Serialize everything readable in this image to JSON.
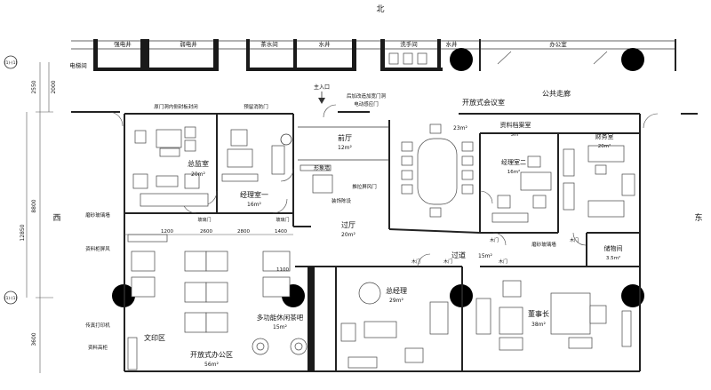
{
  "compass": "北",
  "axes": {
    "left_top": "(1)-(1)",
    "left_bottom": "(1)-(1)",
    "west": "西",
    "east": "东"
  },
  "dims": {
    "d2550": "2550",
    "d2000": "2000",
    "d8800": "8800",
    "d12850": "12850",
    "d3600": "3600",
    "d1200": "1200",
    "d2600": "2600",
    "d2800": "2800",
    "d1400": "1400",
    "d1100": "1100"
  },
  "rooms": {
    "strong_shaft": "强电井",
    "weak_shaft": "弱电井",
    "elevator": "电梯间",
    "tea_room": "茶水间",
    "water_shaft_1": "水井",
    "washroom": "洗手间",
    "water_shaft_2": "水井",
    "office": "办公室",
    "corridor": "公共走廊",
    "supervisor": "总监室",
    "supervisor_area": "20m²",
    "manager1": "经理室一",
    "manager1_area": "16m²",
    "lobby": "前厅",
    "lobby_area": "12m²",
    "reception": "形象墙",
    "hall": "过厅",
    "hall_area": "20m²",
    "meeting": "开放式会议室",
    "meeting_area": "23m²",
    "archive": "资料档案室",
    "archive_area": "5m²",
    "finance": "财务室",
    "finance_area": "20m²",
    "manager2": "经理室二",
    "manager2_area": "16m²",
    "passage": "过道",
    "passage_area": "15m²",
    "storage": "储物间",
    "storage_area": "3.5m²",
    "gm": "总经理",
    "gm_area": "29m²",
    "chairman": "董事长",
    "chairman_area": "38m²",
    "open_office": "开放式办公区",
    "open_office_area": "56m²",
    "lounge": "多功能休闲茶吧",
    "lounge_area": "15m²",
    "print": "文印区"
  },
  "notes": {
    "n1": "原门洞内侧封板封闭",
    "n2": "预留消防门",
    "n3": "主入口",
    "n4": "后加改造加宽门洞",
    "n5": "电动感应门",
    "n6": "推拉屏风门",
    "n7": "装饰陈设",
    "n8": "玻璃门",
    "n9": "玻璃门",
    "n10": "磨砂玻璃墙",
    "n11": "资料柜屏风",
    "n12": "传真打印机",
    "n13": "资料高柜",
    "n14": "磨砂玻璃墙",
    "n15": "木门",
    "n16": "木门",
    "n17": "木门",
    "n18": "木门",
    "n19": "木门"
  }
}
